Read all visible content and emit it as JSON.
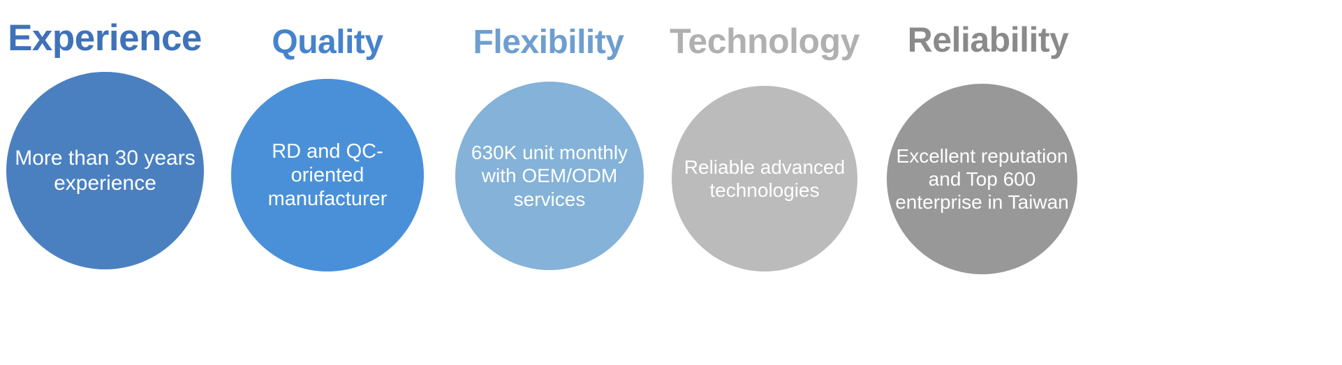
{
  "background_color": "#ffffff",
  "pillars": [
    {
      "heading": "Experience",
      "heading_color": "#3f72b8",
      "circle_color": "#4a80c0",
      "caption": "More than 30 years experience",
      "caption_color": "#ffffff"
    },
    {
      "heading": "Quality",
      "heading_color": "#4583cc",
      "circle_color": "#4a90d9",
      "caption": "RD and QC-oriented manufacturer",
      "caption_color": "#ffffff"
    },
    {
      "heading": "Flexibility",
      "heading_color": "#6e9ed0",
      "circle_color": "#84b2d8",
      "caption": "630K unit monthly with OEM/ODM services",
      "caption_color": "#ffffff"
    },
    {
      "heading": "Technology",
      "heading_color": "#b0b0b0",
      "circle_color": "#bbbbbb",
      "caption": "Reliable advanced technologies",
      "caption_color": "#ffffff"
    },
    {
      "heading": "Reliability",
      "heading_color": "#8a8a8a",
      "circle_color": "#989898",
      "caption": "Excellent reputation and Top 600 enterprise in Taiwan",
      "caption_color": "#ffffff"
    }
  ]
}
